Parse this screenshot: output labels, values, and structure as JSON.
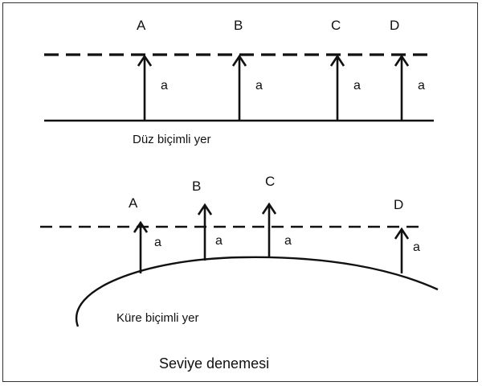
{
  "flat": {
    "caption": "Düz biçimli yer",
    "points": [
      "A",
      "B",
      "C",
      "D"
    ],
    "a_label": "a"
  },
  "sphere": {
    "caption": "Küre biçimli yer",
    "points": [
      "A",
      "B",
      "C",
      "D"
    ],
    "a_label": "a"
  },
  "title": "Seviye denemesi"
}
